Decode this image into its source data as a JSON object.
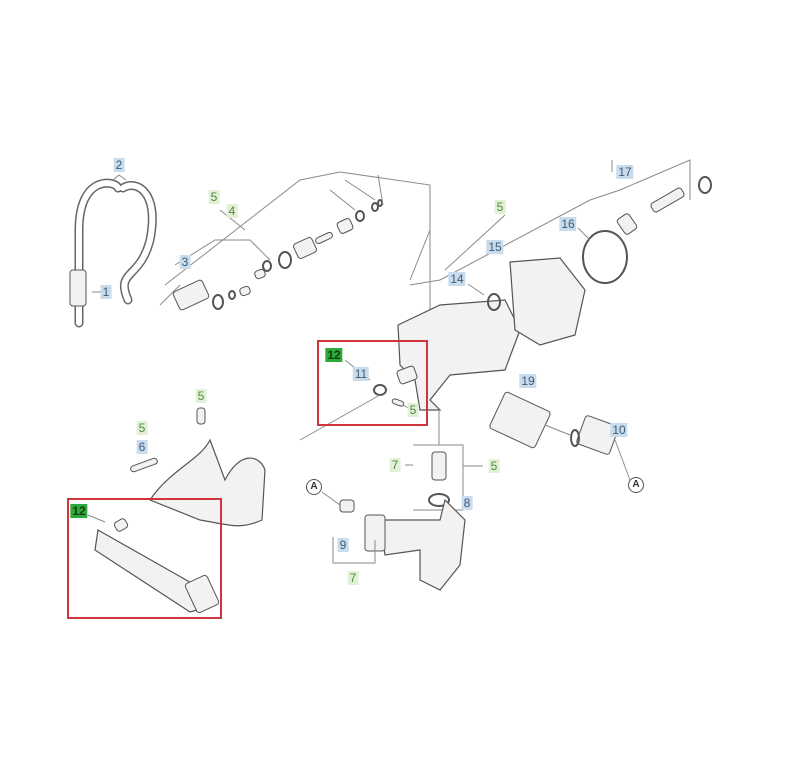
{
  "diagram": {
    "type": "exploded parts diagram",
    "colors": {
      "line": "#8a8a8a",
      "part_fill": "#f2f2f2",
      "highlight_box": "#d0343c",
      "label_blue": "#c9dcec",
      "label_green": "#e3f0d8",
      "label_highlight": "#2fa83a"
    },
    "labels": [
      {
        "text": "2",
        "style": "blue"
      },
      {
        "text": "5",
        "style": "green"
      },
      {
        "text": "4",
        "style": "green"
      },
      {
        "text": "3",
        "style": "blue"
      },
      {
        "text": "1",
        "style": "blue"
      },
      {
        "text": "17",
        "style": "blue"
      },
      {
        "text": "5",
        "style": "green"
      },
      {
        "text": "16",
        "style": "blue"
      },
      {
        "text": "15",
        "style": "blue"
      },
      {
        "text": "14",
        "style": "blue"
      },
      {
        "text": "12",
        "style": "bright"
      },
      {
        "text": "11",
        "style": "blue"
      },
      {
        "text": "5",
        "style": "green"
      },
      {
        "text": "19",
        "style": "blue"
      },
      {
        "text": "5",
        "style": "green"
      },
      {
        "text": "5",
        "style": "green"
      },
      {
        "text": "6",
        "style": "blue"
      },
      {
        "text": "7",
        "style": "green"
      },
      {
        "text": "5",
        "style": "green"
      },
      {
        "text": "10",
        "style": "blue"
      },
      {
        "text": "8",
        "style": "blue"
      },
      {
        "text": "12",
        "style": "bright"
      },
      {
        "text": "9",
        "style": "blue"
      },
      {
        "text": "7",
        "style": "green"
      }
    ],
    "connectors": [
      "A",
      "A"
    ],
    "highlighted_parts": [
      "12",
      "12"
    ]
  }
}
